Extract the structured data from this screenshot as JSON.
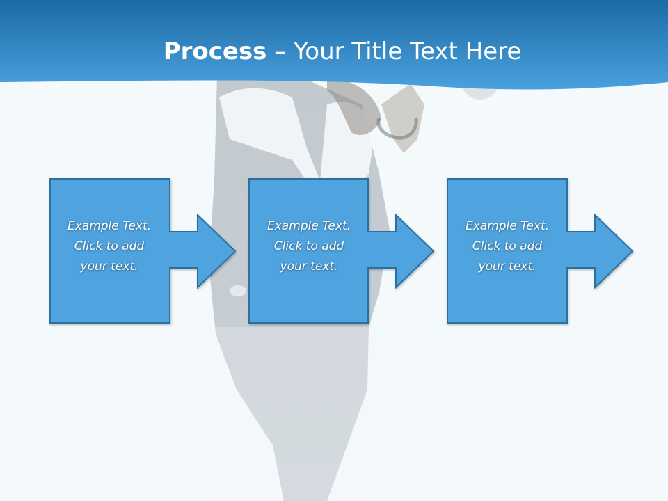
{
  "slide": {
    "title_bold": "Process",
    "title_rest": " – Your Title Text Here",
    "colors": {
      "header_top": "#1c6aa4",
      "header_bottom": "#4aa1de",
      "box_fill": "#4fa4df",
      "box_stroke": "#2e6f9c",
      "background": "#f4f9fb"
    }
  },
  "steps": [
    {
      "text": "Example Text.\nClick  to add\nyour text."
    },
    {
      "text": "Example Text.\nClick  to add\nyour text."
    },
    {
      "text": "Example Text.\nClick  to add\nyour text."
    }
  ],
  "background_image": {
    "subject": "woman-with-megaphone-silhouette"
  }
}
